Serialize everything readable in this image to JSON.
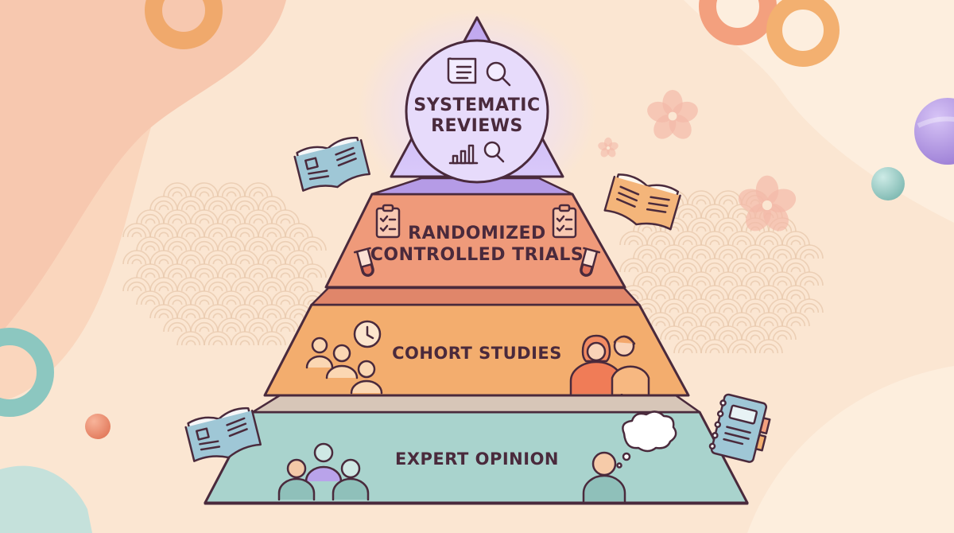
{
  "pyramid": {
    "tiers": [
      {
        "id": "systematic-reviews",
        "lines": [
          "SYSTEMATIC",
          "REVIEWS"
        ],
        "color": "#c7b1f0"
      },
      {
        "id": "randomized-controlled-trials",
        "lines": [
          "RANDOMIZED",
          "CONTROLLED TRIALS"
        ],
        "color": "#ef9a7a"
      },
      {
        "id": "cohort-studies",
        "lines": [
          "COHORT STUDIES"
        ],
        "color": "#f3ad6e"
      },
      {
        "id": "expert-opinion",
        "lines": [
          "EXPERT OPINION"
        ],
        "color": "#a9d3cd"
      }
    ]
  },
  "colors": {
    "background": "#fbe6d2",
    "outline": "#4a2a3c",
    "pattern": "#e8c9ae",
    "ring_orange": "#f0a96c",
    "ring_teal": "#8cc7c0"
  },
  "icons": [
    "scroll-icon",
    "magnifier-icon",
    "bar-chart-icon",
    "clipboard-icon",
    "test-tube-icon",
    "clock-icon",
    "people-icon",
    "person-icon",
    "open-book-icon",
    "notebook-icon",
    "thought-bubble-icon",
    "sakura-icon"
  ]
}
